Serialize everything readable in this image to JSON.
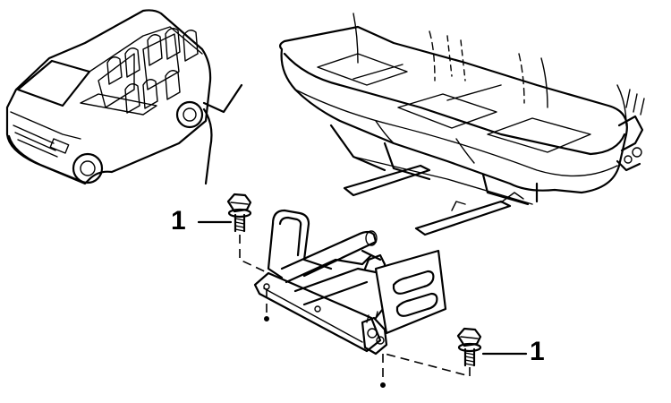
{
  "callouts": [
    {
      "label": "1",
      "part": "bolt"
    },
    {
      "label": "1",
      "part": "bolt"
    }
  ],
  "parts": {
    "vehicle": "van-icon",
    "seat": "bench-seat-icon",
    "bracket": "seat-bracket-icon",
    "fastener": "bolt-icon"
  }
}
